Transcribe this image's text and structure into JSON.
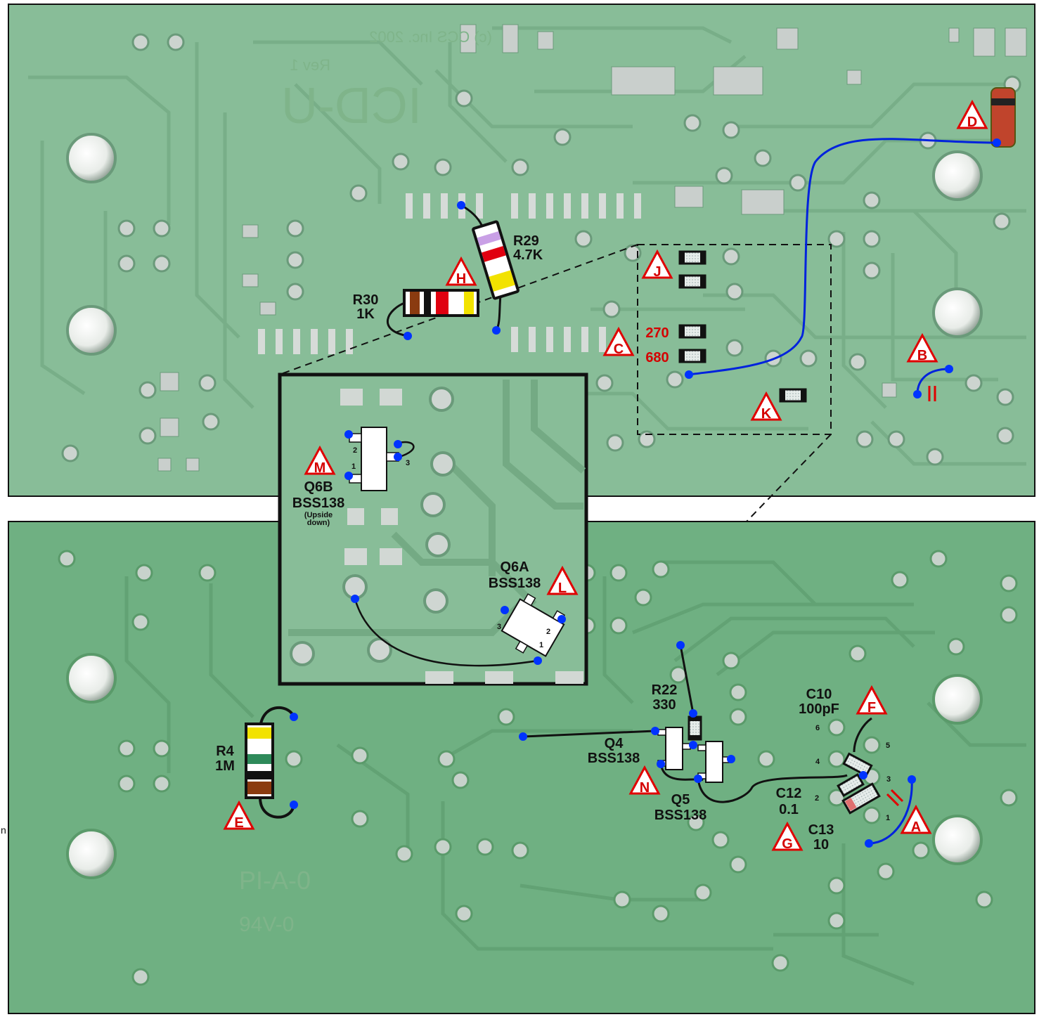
{
  "silkscreen": {
    "top_board_name": "ICD-U",
    "top_board_rev": "Rev 1",
    "top_board_copyright": "(c) CCS Inc. 2002",
    "bottom_board_name": "PI-A-0",
    "bottom_board_rating": "94V-0"
  },
  "markers": {
    "A": "A",
    "B": "B",
    "C": "C",
    "D": "D",
    "E": "E",
    "F": "F",
    "G": "G",
    "H": "H",
    "J": "J",
    "K": "K",
    "L": "L",
    "M": "M",
    "N": "N"
  },
  "components": {
    "r29": {
      "ref": "R29",
      "value": "4.7K"
    },
    "r30": {
      "ref": "R30",
      "value": "1K"
    },
    "r4": {
      "ref": "R4",
      "value": "1M"
    },
    "r22": {
      "ref": "R22",
      "value": "330"
    },
    "q4": {
      "ref": "Q4",
      "part": "BSS138"
    },
    "q5": {
      "ref": "Q5",
      "part": "BSS138"
    },
    "q6a": {
      "ref": "Q6A",
      "part": "BSS138"
    },
    "q6b": {
      "ref": "Q6B",
      "part": "BSS138",
      "note": "(Upside down)"
    },
    "c10": {
      "ref": "C10",
      "value": "100pF"
    },
    "c12": {
      "ref": "C12",
      "value": "0.1"
    },
    "c13": {
      "ref": "C13",
      "value": "10"
    },
    "smd_270": "270",
    "smd_680": "680"
  },
  "pins": {
    "q6b": [
      "1",
      "2",
      "3"
    ],
    "q6a": [
      "1",
      "2",
      "3"
    ],
    "ic": [
      "1",
      "2",
      "3",
      "4",
      "5",
      "6"
    ]
  },
  "edge_text": "n",
  "colors": {
    "board_top": "#88bd98",
    "board_bottom": "#6fb082",
    "trace": "#7ab08a",
    "pad": "#cfd6d2",
    "marker": "#e00000",
    "wire_blue": "#0022dd",
    "node": "#0033ff",
    "wire_black": "#111111"
  }
}
